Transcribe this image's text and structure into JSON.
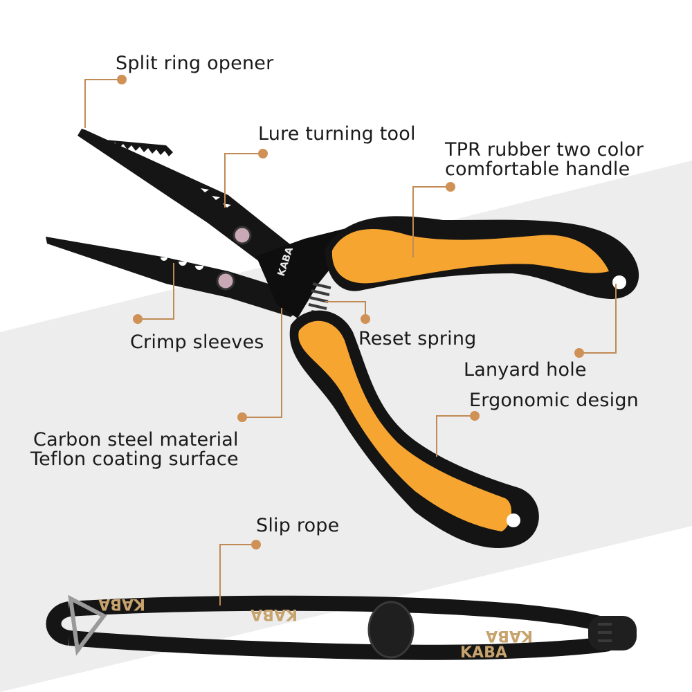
{
  "brand": "KABA",
  "colors": {
    "accent_orange": "#f7a531",
    "dot_orange": "#cf9155",
    "leader_line": "#c08a55",
    "handle_black": "#141414",
    "background_band": "#ededed"
  },
  "callouts": {
    "split_ring_opener": "Split ring opener",
    "lure_turning_tool": "Lure turning tool",
    "tpr_handle_line1": "TPR rubber two color",
    "tpr_handle_line2": "comfortable handle",
    "crimp_sleeves": "Crimp sleeves",
    "reset_spring": "Reset spring",
    "lanyard_hole": "Lanyard hole",
    "ergonomic_design": "Ergonomic design",
    "carbon_steel_line1": "Carbon steel material",
    "carbon_steel_line2": "Teflon coating surface",
    "slip_rope": "Slip rope"
  },
  "rope_print": [
    "KABA",
    "KABA",
    "KABA",
    "KABA"
  ]
}
